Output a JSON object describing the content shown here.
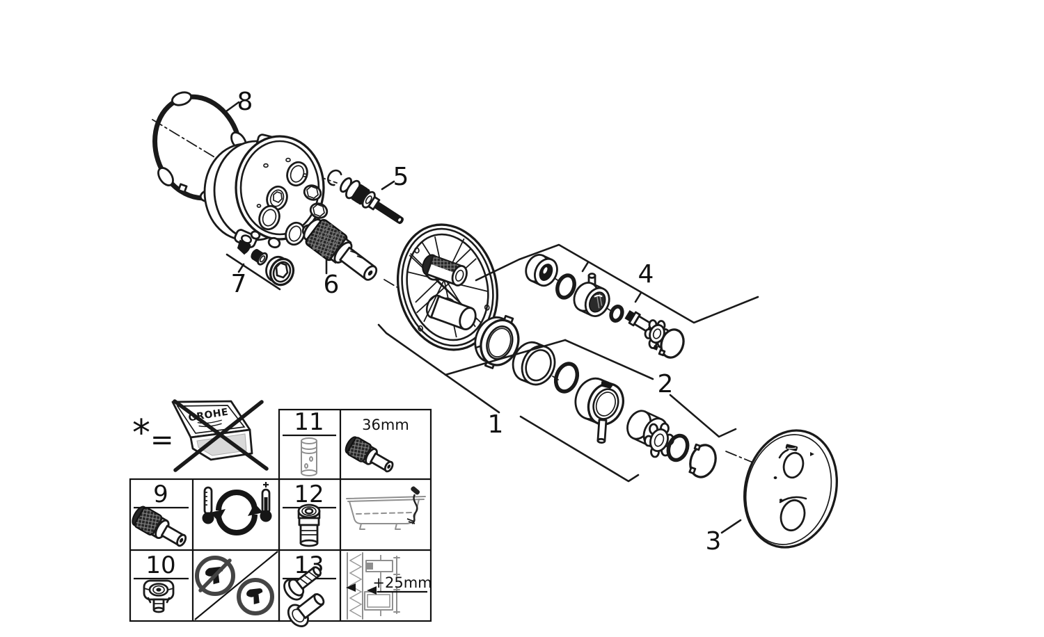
{
  "image": {
    "kind": "exploded-parts-diagram",
    "background": "#ffffff",
    "ink": "#1a1a1a",
    "muted_gray": "#8f8f8f",
    "panel_gray": "#d9d9d9"
  },
  "callouts": {
    "n1": "1",
    "n2": "2",
    "n3": "3",
    "n4": "4",
    "n5": "5",
    "n6": "6",
    "n7": "7",
    "n8": "8"
  },
  "legend": {
    "note": {
      "asterisk": "*",
      "equals": "=",
      "brand": "GROHE"
    },
    "cells": {
      "n9": "9",
      "n10": "10",
      "n11": "11",
      "n12": "12",
      "n13": "13",
      "size_label": "36mm",
      "depth_label": "+25mm"
    },
    "icons": [
      "crossed-grohe-box",
      "thermal-disinfection-cycle",
      "no-lever-allowed",
      "bathtub-hand-shower",
      "wall-embedment-depth"
    ]
  }
}
